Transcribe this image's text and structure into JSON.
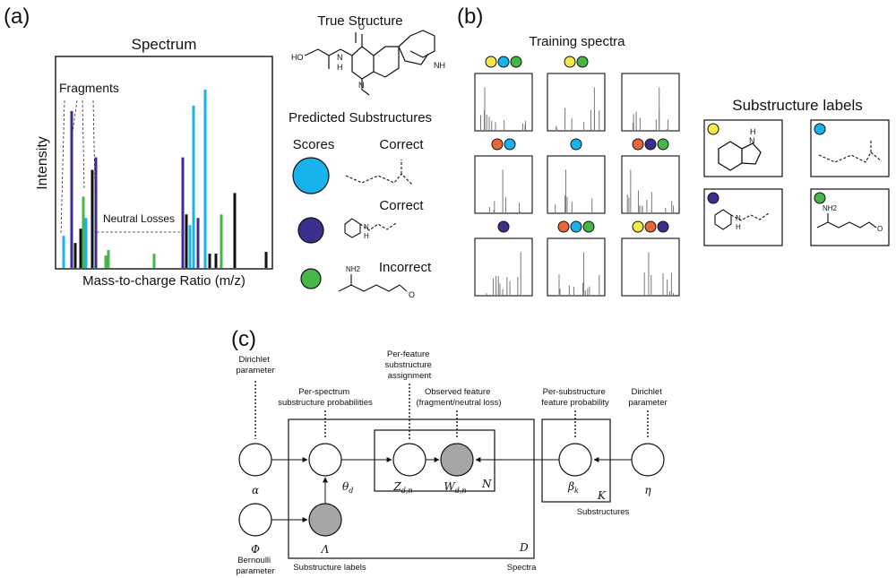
{
  "colors": {
    "yellow": "#f2e84a",
    "cyan": "#19b3ec",
    "green": "#46b649",
    "navy": "#3a2f8e",
    "orange": "#e8673a",
    "observed": "#a6a6a6",
    "correct": "#3cab3c",
    "incorrect": "#e32119"
  },
  "panel_a": {
    "letter": "(a)",
    "spectrum_title": "Spectrum",
    "fragments_label": "Fragments",
    "neutral_losses_label": "Neutral Losses",
    "y_axis_label": "Intensity",
    "x_axis_label": "Mass-to-charge Ratio (m/z)",
    "true_structure_title": "True Structure",
    "predicted_title": "Predicted Substructures",
    "scores_label": "Scores",
    "predictions": [
      {
        "result": "Correct",
        "color": "cyan",
        "outcome_color": "correct"
      },
      {
        "result": "Correct",
        "color": "navy",
        "outcome_color": "correct"
      },
      {
        "result": "Incorrect",
        "color": "green",
        "outcome_color": "incorrect"
      }
    ],
    "molecule_atoms": {
      "oh": "HO",
      "nh": "N",
      "h": "H",
      "o": "O",
      "n_ring": "N",
      "nh_indole": "NH",
      "nh2": "NH2",
      "aldehyde_o": "O"
    },
    "peaks": [
      {
        "color": "cyan",
        "intensity": 0.18
      },
      {
        "color": "navy",
        "intensity": 0.88
      },
      {
        "color": "black",
        "intensity": 0.14
      },
      {
        "color": "black",
        "intensity": 0.22
      },
      {
        "color": "green",
        "intensity": 0.4
      },
      {
        "color": "cyan",
        "intensity": 0.28
      },
      {
        "color": "black",
        "intensity": 0.55
      },
      {
        "color": "navy",
        "intensity": 0.62
      },
      {
        "color": "green",
        "intensity": 0.07
      },
      {
        "color": "green",
        "intensity": 0.1
      },
      {
        "color": "green",
        "intensity": 0.08
      },
      {
        "color": "navy",
        "intensity": 0.62
      },
      {
        "color": "black",
        "intensity": 0.3
      },
      {
        "color": "cyan",
        "intensity": 0.24
      },
      {
        "color": "cyan",
        "intensity": 0.91
      },
      {
        "color": "navy",
        "intensity": 0.28
      },
      {
        "color": "cyan",
        "intensity": 1.0
      },
      {
        "color": "black",
        "intensity": 0.08
      },
      {
        "color": "black",
        "intensity": 0.08
      },
      {
        "color": "green",
        "intensity": 0.3
      },
      {
        "color": "black",
        "intensity": 0.42
      },
      {
        "color": "black",
        "intensity": 0.09
      }
    ]
  },
  "panel_b": {
    "letter": "(b)",
    "training_title": "Training spectra",
    "labels_title": "Substructure labels",
    "spectra_dots": [
      [
        "yellow",
        "cyan",
        "green"
      ],
      [
        "yellow",
        "green"
      ],
      [],
      [
        "orange",
        "cyan"
      ],
      [
        "cyan"
      ],
      [
        "orange",
        "navy",
        "green"
      ],
      [
        "navy"
      ],
      [
        "orange",
        "cyan",
        "green"
      ],
      [
        "yellow",
        "orange",
        "navy"
      ]
    ],
    "label_cards": [
      {
        "color": "yellow"
      },
      {
        "color": "cyan"
      },
      {
        "color": "navy"
      },
      {
        "color": "green"
      }
    ],
    "label_atoms": {
      "indole_n": "N",
      "indole_h": "H",
      "aniline_n": "N",
      "aniline_h": "H",
      "nh2": "NH2",
      "o": "O"
    }
  },
  "panel_c": {
    "letter": "(c)",
    "annotations": {
      "dirichlet_left": [
        "Dirichlet",
        "parameter"
      ],
      "per_spectrum": [
        "Per-spectrum",
        "substructure probabilities"
      ],
      "per_feature": [
        "Per-feature",
        "substructure",
        "assignment"
      ],
      "observed": [
        "Observed feature",
        "(fragment/neutral loss)"
      ],
      "per_substructure": [
        "Per-substructure",
        "feature probability"
      ],
      "dirichlet_right": [
        "Dirichlet",
        "parameter"
      ],
      "bernoulli": [
        "Bernoulli",
        "parameter"
      ],
      "substructure_labels": "Substructure labels",
      "spectra": "Spectra",
      "substructures": "Substructures"
    },
    "nodes": {
      "alpha": "α",
      "theta": "θ",
      "theta_sub": "d",
      "z": "Z",
      "z_sub": "d,n",
      "w": "W",
      "w_sub": "d,n",
      "beta": "β",
      "beta_sub": "k",
      "eta": "η",
      "phi": "Φ",
      "lambda": "Λ"
    },
    "plates": {
      "d": "D",
      "n": "N",
      "k": "K"
    }
  }
}
